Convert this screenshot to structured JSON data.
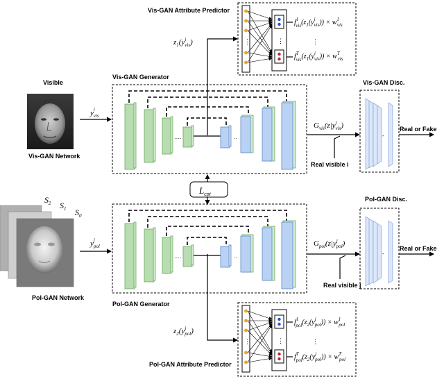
{
  "labels": {
    "vis_attr_predictor": "Vis-GAN Attribute Predictor",
    "pol_attr_predictor": "Pol-GAN Attribute Predictor",
    "vis_generator": "Vis-GAN Generator",
    "pol_generator": "Pol-GAN Generator",
    "visible": "Visible",
    "vis_network": "Vis-GAN Network",
    "pol_network": "Pol-GAN Network",
    "vis_disc": "Vis-GAN Disc.",
    "pol_disc": "Pol-GAN Disc.",
    "real_fake_1": "Real or Fake",
    "real_fake_2": "Real or Fake",
    "real_visible": "Real visible i",
    "real_pol": "Real visible j",
    "s2": "S",
    "s2_sub": "2",
    "s1": "S",
    "s1_sub": "1",
    "s0": "S",
    "s0_sub": "0"
  },
  "math": {
    "z1": "z",
    "z1_sub": "1",
    "z1_arg": "(y",
    "z1_arg_sup": "i",
    "z1_arg_sub": "vis",
    "z1_close": ")",
    "y_vis": "y",
    "y_vis_sup": "i",
    "y_vis_sub": "vis",
    "y_pol": "y",
    "y_pol_sup": "j",
    "y_pol_sub": "pol",
    "g_vis": "G",
    "g_vis_sub": "vis",
    "g_vis_arg": "(z|y",
    "g_vis_arg_sup": "i",
    "g_vis_arg_sub": "vis",
    "g_vis_close": ")",
    "g_pol": "G",
    "g_pol_sub": "pol",
    "g_pol_arg": "(z|y",
    "g_pol_arg_sup": "j",
    "g_pol_arg_sub": "pol",
    "g_pol_close": ")",
    "l_cpt": "L",
    "l_cpt_sub": "cpt",
    "z2": "z",
    "z2_sub": "2",
    "z2_arg": "(y",
    "z2_arg_sup": "j",
    "z2_arg_sub": "pol",
    "z2_close": ")",
    "f_vis_1": "f",
    "f_vis_1_sup": "1",
    "f_vis_1_sub": "vis",
    "f_vis_1_body": "(z",
    "f_vis_1_z_sub": "1",
    "f_vis_1_y": "(y",
    "f_vis_1_y_sup": "i",
    "f_vis_1_y_sub": "vis",
    "f_vis_1_w": ")) × w",
    "f_vis_1_w_sup": "1",
    "f_vis_1_w_sub": "vis",
    "f_vis_T": "f",
    "f_vis_T_sup": "T",
    "f_vis_T_sub": "vis",
    "f_vis_T_body": "(z",
    "f_vis_T_z_sub": "1",
    "f_vis_T_y": "(y",
    "f_vis_T_y_sup": "i",
    "f_vis_T_y_sub": "vis",
    "f_vis_T_w": ")) × w",
    "f_vis_T_w_sup": "T",
    "f_vis_T_w_sub": "vis",
    "f_pol_1": "f",
    "f_pol_1_sup": "1",
    "f_pol_1_sub": "pol",
    "f_pol_1_body": "(z",
    "f_pol_1_z_sub": "2",
    "f_pol_1_y": "(y",
    "f_pol_1_y_sup": "j",
    "f_pol_1_y_sub": "pol",
    "f_pol_1_w": ")) × w",
    "f_pol_1_w_sup": "1",
    "f_pol_1_w_sub": "pol",
    "f_pol_T": "f",
    "f_pol_T_sup": "T",
    "f_pol_T_sub": "pol",
    "f_pol_T_body": "(z",
    "f_pol_T_z_sub": "2",
    "f_pol_T_y": "(y",
    "f_pol_T_y_sup": "j",
    "f_pol_T_y_sub": "pol",
    "f_pol_T_w": ")) × w",
    "f_pol_T_w_sup": "T",
    "f_pol_T_w_sub": "pol"
  },
  "colors": {
    "encoder_green": "#b7ddb0",
    "decoder_blue": "#b9d2f3",
    "attr_orange": "#f0a820",
    "attr_blue": "#2a4fd0",
    "attr_red": "#c0203a"
  }
}
